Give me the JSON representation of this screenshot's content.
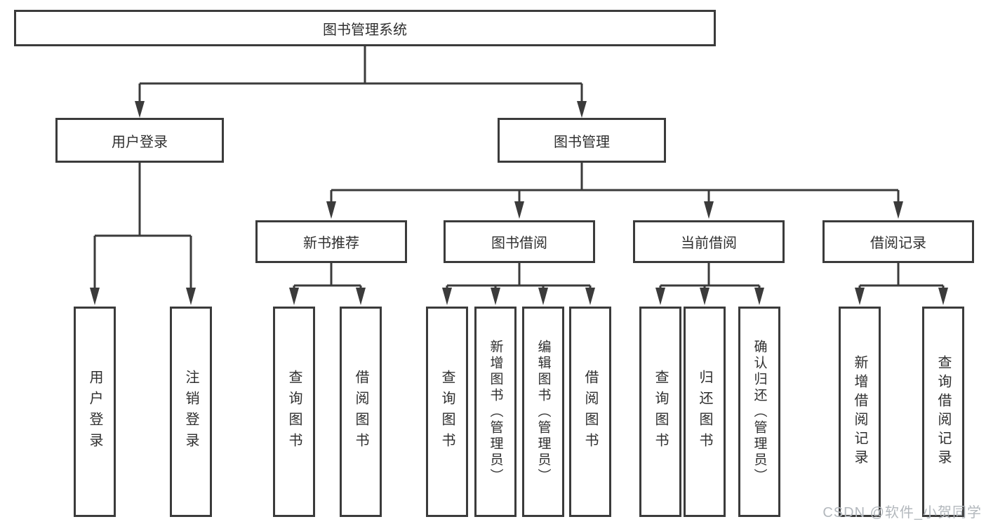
{
  "diagram": {
    "root": {
      "label": "图书管理系统"
    },
    "branches": [
      {
        "label": "用户登录",
        "children": [
          {
            "label": "用户登录"
          },
          {
            "label": "注销登录"
          }
        ]
      },
      {
        "label": "图书管理",
        "children": [
          {
            "label": "新书推荐",
            "children": [
              {
                "label": "查询图书"
              },
              {
                "label": "借阅图书"
              }
            ]
          },
          {
            "label": "图书借阅",
            "children": [
              {
                "label": "查询图书"
              },
              {
                "label": "新增图书（管理员）"
              },
              {
                "label": "编辑图书（管理员）"
              },
              {
                "label": "借阅图书"
              }
            ]
          },
          {
            "label": "当前借阅",
            "children": [
              {
                "label": "查询图书"
              },
              {
                "label": "归还图书"
              },
              {
                "label": "确认归还（管理员）"
              }
            ]
          },
          {
            "label": "借阅记录",
            "children": [
              {
                "label": "新增借阅记录"
              },
              {
                "label": "查询借阅记录"
              }
            ]
          }
        ]
      }
    ]
  },
  "watermark": {
    "text": "CSDN @软件_小贺同学"
  },
  "colors": {
    "line": "#3b3b3b",
    "text": "#2f2f2f",
    "watermark": "#b3b8bd"
  }
}
